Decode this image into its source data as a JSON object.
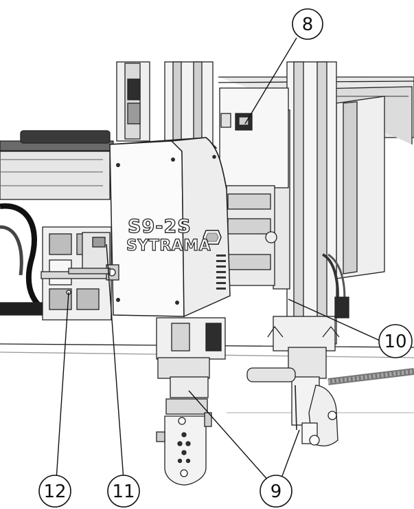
{
  "machine": {
    "model_label": "S9-2S",
    "brand_label": "SYTRAMA"
  },
  "callouts": [
    {
      "id": "8",
      "label": "8"
    },
    {
      "id": "9",
      "label": "9"
    },
    {
      "id": "10",
      "label": "10"
    },
    {
      "id": "11",
      "label": "11"
    },
    {
      "id": "12",
      "label": "12"
    }
  ],
  "colors": {
    "line": "#111111",
    "metal_light": "#f4f4f4",
    "metal_mid": "#d8d8d8",
    "metal_dark": "#8e8e8e",
    "shadow": "#2a2a2a"
  }
}
